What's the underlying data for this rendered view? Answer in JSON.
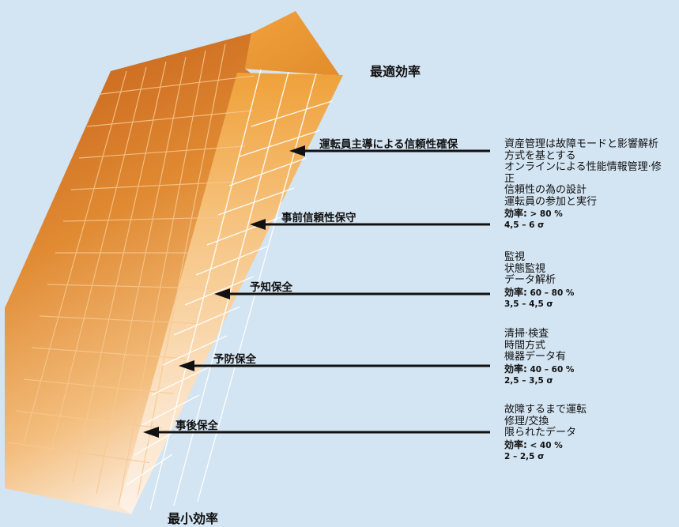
{
  "top_label": "最適効率",
  "bottom_label": "最小効率",
  "levels": [
    {
      "label": "運転員主導による信頼性確保",
      "lines": [
        "資産管理は故障モードと影響解析",
        "方式を基とする",
        "オンラインによる性能情報管理·修",
        "正",
        "信頼性の為の設計",
        "運転員の参加と実行"
      ],
      "efficiency_label": "効率:",
      "efficiency_value": "> 80 %",
      "sigma": "4,5 – 6 σ"
    },
    {
      "label": "事前信頼性保守",
      "lines": [],
      "efficiency_label": "",
      "efficiency_value": "",
      "sigma": ""
    },
    {
      "label": "予知保全",
      "lines": [
        "監視",
        "状態監視",
        "データ解析"
      ],
      "efficiency_label": "効率:",
      "efficiency_value": "60 – 80 %",
      "sigma": "3,5 – 4,5 σ"
    },
    {
      "label": "予防保全",
      "lines": [
        "清掃·検査",
        "時間方式",
        "機器データ有"
      ],
      "efficiency_label": "効率:",
      "efficiency_value": "40 – 60 %",
      "sigma": "2,5 – 3,5 σ"
    },
    {
      "label": "事後保全",
      "lines": [
        "故障するまで運転",
        "修理/交換",
        "限られたデータ"
      ],
      "efficiency_label": "効率:",
      "efficiency_value": "< 40 %",
      "sigma": "2 – 2,5 σ"
    }
  ],
  "colors": {
    "background": "#d3e4f2",
    "left_face_top": "#c6621a",
    "left_face_bottom": "#f5c98c",
    "front_face_top": "#f0a53c",
    "front_face_bottom": "#fbe9d6",
    "arrow": "#111111"
  }
}
